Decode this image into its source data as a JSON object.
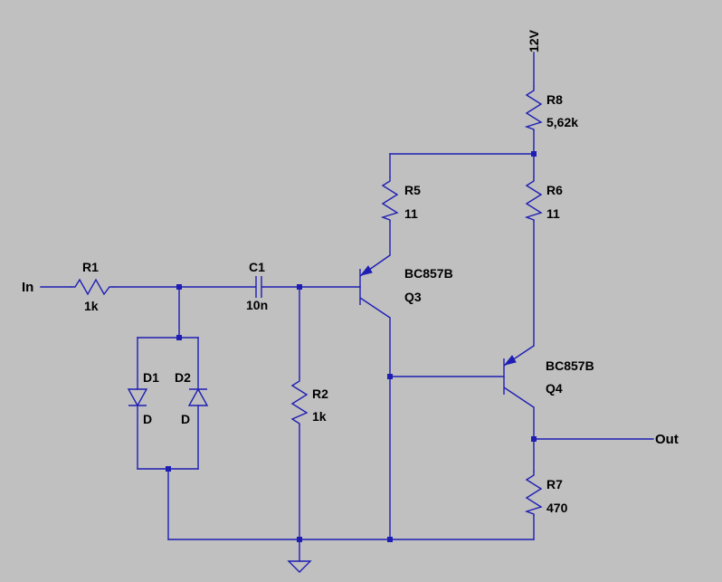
{
  "colors": {
    "background": "#c0c0c0",
    "wire": "#1e1eb4",
    "text": "#000000"
  },
  "labels": {
    "input": "In",
    "output": "Out",
    "supply": "12V"
  },
  "components": {
    "R1": {
      "ref": "R1",
      "value": "1k"
    },
    "R2": {
      "ref": "R2",
      "value": "1k"
    },
    "R5": {
      "ref": "R5",
      "value": "11"
    },
    "R6": {
      "ref": "R6",
      "value": "11"
    },
    "R7": {
      "ref": "R7",
      "value": "470"
    },
    "R8": {
      "ref": "R8",
      "value": "5,62k"
    },
    "C1": {
      "ref": "C1",
      "value": "10n"
    },
    "D1": {
      "ref": "D1",
      "value": "D"
    },
    "D2": {
      "ref": "D2",
      "value": "D"
    },
    "Q3": {
      "ref": "Q3",
      "model": "BC857B"
    },
    "Q4": {
      "ref": "Q4",
      "model": "BC857B"
    }
  },
  "icons": {
    "ground": "ground-icon"
  }
}
